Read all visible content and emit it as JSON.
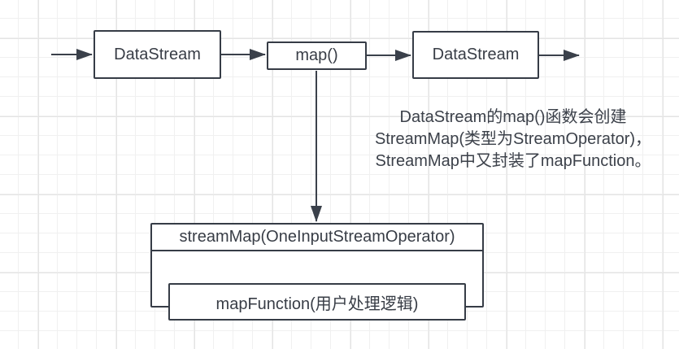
{
  "diagram": {
    "type": "flow-diagram",
    "nodes": {
      "datastream_left": {
        "label": "DataStream"
      },
      "map": {
        "label": "map()"
      },
      "datastream_right": {
        "label": "DataStream"
      },
      "stream_map": {
        "header": "streamMap(OneInputStreamOperator)",
        "child": "mapFunction(用户处理逻辑)"
      }
    },
    "connections": [
      {
        "from": "input",
        "to": "datastream_left",
        "direction": "right"
      },
      {
        "from": "datastream_left",
        "to": "map",
        "direction": "right"
      },
      {
        "from": "map",
        "to": "datastream_right",
        "direction": "right"
      },
      {
        "from": "datastream_right",
        "to": "output",
        "direction": "right"
      },
      {
        "from": "map",
        "to": "stream_map",
        "direction": "down"
      }
    ],
    "annotation": {
      "lines": [
        "DataStream的map()函数会创建",
        "StreamMap(类型为StreamOperator)，",
        "StreamMap中又封装了mapFunction。"
      ]
    },
    "colors": {
      "node_border": "#363c46",
      "node_fill": "#ffffff",
      "text": "#383d46",
      "arrow": "#3a404a",
      "grid_minor": "#f0f0f0",
      "grid_major": "#e4e4e4",
      "canvas": "#ffffff"
    }
  }
}
